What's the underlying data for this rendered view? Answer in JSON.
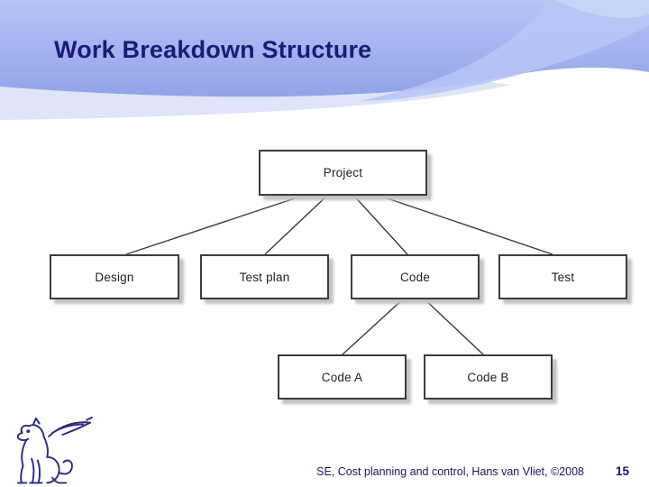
{
  "slide": {
    "title": "Work Breakdown Structure",
    "footer_text": "SE, Cost planning and control, Hans van Vliet, ©2008",
    "page_number": "15"
  },
  "diagram": {
    "type": "tree",
    "title": "Work Breakdown Structure",
    "nodes": [
      {
        "id": "project",
        "label": "Project",
        "level": 0
      },
      {
        "id": "design",
        "label": "Design",
        "level": 1
      },
      {
        "id": "test-plan",
        "label": "Test plan",
        "level": 1
      },
      {
        "id": "code",
        "label": "Code",
        "level": 1
      },
      {
        "id": "test",
        "label": "Test",
        "level": 1
      },
      {
        "id": "code-a",
        "label": "Code A",
        "level": 2
      },
      {
        "id": "code-b",
        "label": "Code B",
        "level": 2
      }
    ],
    "edges": [
      {
        "from": "project",
        "to": "design"
      },
      {
        "from": "project",
        "to": "test-plan"
      },
      {
        "from": "project",
        "to": "code"
      },
      {
        "from": "project",
        "to": "test"
      },
      {
        "from": "code",
        "to": "code-a"
      },
      {
        "from": "code",
        "to": "code-b"
      }
    ]
  },
  "icons": {
    "logo": "vu-griffin-logo"
  },
  "colors": {
    "header_blue_top": "#b7c4f3",
    "header_blue_bottom": "#92a3e7",
    "header_pale_band": "#dee5f8",
    "title_navy": "#1b1b78",
    "footer_navy": "#17175e",
    "box_border": "#3c3c3c",
    "box_shadow": "#c2c2c2",
    "logo_navy": "#2b2b7e"
  }
}
